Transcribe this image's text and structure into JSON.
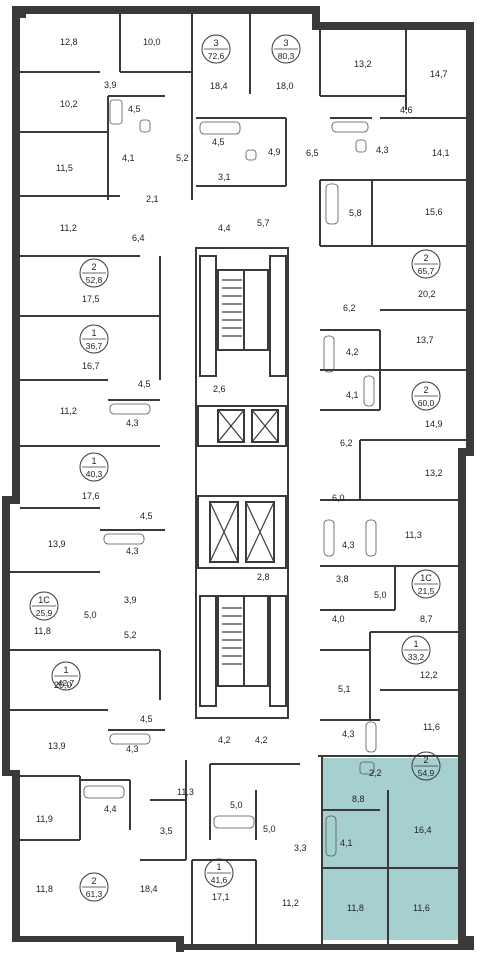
{
  "colors": {
    "highlight_fill": "#a6cfd0",
    "wall": "#3a3a3a",
    "background": "#ffffff"
  },
  "rooms": [
    "12,8",
    "10,0",
    "18,4",
    "18,0",
    "13,2",
    "14,7",
    "3,9",
    "10,2",
    "4,5",
    "4,6",
    "11,5",
    "4,1",
    "5,2",
    "4,5",
    "4,9",
    "6,5",
    "4,3",
    "14,1",
    "3,1",
    "2,1",
    "11,2",
    "6,4",
    "4,4",
    "5,7",
    "5,8",
    "15,6",
    "17,5",
    "20,2",
    "6,2",
    "16,7",
    "4,2",
    "13,7",
    "4,5",
    "2,6",
    "4,1",
    "11,2",
    "4,3",
    "14,9",
    "6,2",
    "17,6",
    "13,2",
    "4,5",
    "6,0",
    "13,9",
    "4,3",
    "11,3",
    "4,3",
    "3,9",
    "2,8",
    "3,8",
    "5,0",
    "5,0",
    "11,8",
    "5,2",
    "4,0",
    "8,7",
    "12,2",
    "20,0",
    "5,1",
    "4,5",
    "11,6",
    "13,9",
    "4,3",
    "4,2",
    "4,2",
    "4,3",
    "11,3",
    "2,2",
    "11,9",
    "4,4",
    "5,0",
    "8,8",
    "3,5",
    "5,0",
    "16,4",
    "4,1",
    "3,3",
    "11,8",
    "18,4",
    "17,1",
    "11,2",
    "11,8",
    "11,6"
  ],
  "apartments": [
    {
      "rooms": "3",
      "total": "72,6"
    },
    {
      "rooms": "3",
      "total": "80,3"
    },
    {
      "rooms": "2",
      "total": "52,8"
    },
    {
      "rooms": "2",
      "total": "65,7"
    },
    {
      "rooms": "1",
      "total": "36,7"
    },
    {
      "rooms": "2",
      "total": "60,0"
    },
    {
      "rooms": "1",
      "total": "40,3"
    },
    {
      "rooms": "1С",
      "total": "25,9"
    },
    {
      "rooms": "1С",
      "total": "21,5"
    },
    {
      "rooms": "1",
      "total": "33,2"
    },
    {
      "rooms": "1",
      "total": "42,7"
    },
    {
      "rooms": "2",
      "total": "54,9"
    },
    {
      "rooms": "1",
      "total": "41,6"
    },
    {
      "rooms": "2",
      "total": "61,3"
    }
  ]
}
